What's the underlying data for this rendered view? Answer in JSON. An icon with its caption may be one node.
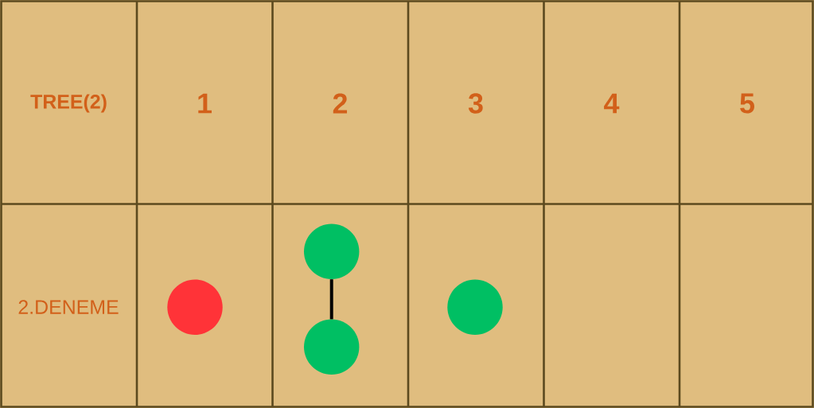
{
  "diagram": {
    "nodes": [
      {
        "text": [],
        "shape": "circle"
      },
      {
        "text": [],
        "shape": "circle"
      },
      {
        "text": [],
        "shape": "circle"
      },
      {
        "text": [],
        "shape": "circle"
      }
    ],
    "edges": [
      {
        "from": 1,
        "to": 2,
        "arrow": "none"
      }
    ],
    "labels": [
      "TREE(2)",
      "1",
      "2",
      "3",
      "4",
      "5",
      "2.DENEME"
    ]
  }
}
